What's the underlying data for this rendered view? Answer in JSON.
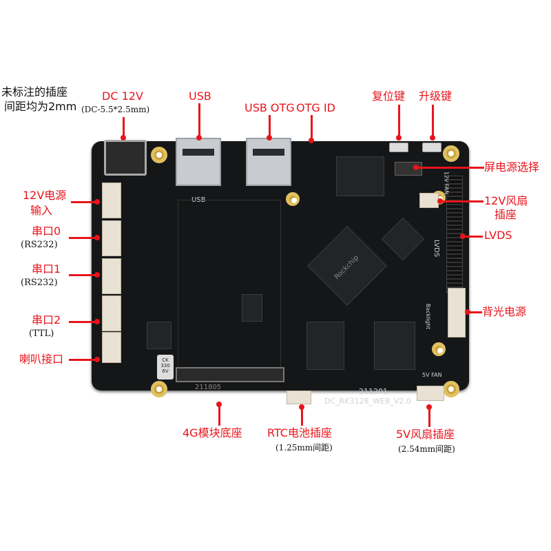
{
  "note": {
    "line1": "未标注的插座",
    "line2": "间距均为2mm"
  },
  "labels": {
    "dc": {
      "title": "DC 12V",
      "sub": "(DC-5.5*2.5mm)"
    },
    "usb": "USB",
    "usb_otg": "USB OTG",
    "otg_id": "OTG ID",
    "reset": "复位键",
    "upgrade": "升级键",
    "screen_power": "屏电源选择",
    "fan12": {
      "line1": "12V风扇",
      "line2": "插座"
    },
    "lvds": "LVDS",
    "backlight": "背光电源",
    "power_in": {
      "line1": "12V电源",
      "line2": "输入"
    },
    "uart0": {
      "title": "串口0",
      "sub": "(RS232)"
    },
    "uart1": {
      "title": "串口1",
      "sub": "(RS232)"
    },
    "uart2": {
      "title": "串口2",
      "sub": "(TTL)"
    },
    "speaker": "喇叭接口",
    "module4g": "4G模块底座",
    "rtc": {
      "title": "RTC电池插座",
      "sub": "(1.25mm间距)"
    },
    "fan5": {
      "title": "5V风扇插座",
      "sub": "(2.54mm间距)"
    }
  },
  "board": {
    "model": "DC_RK3128_WEB_V2.0",
    "date": "211201",
    "soc_brand": "Rockchip",
    "module_code": "211805",
    "cap_text": "CK 330 6V",
    "silk_lvds": "LVDS",
    "silk_backlight": "Backlight",
    "silk_usb": "USB",
    "silk_fan": "12V FAN",
    "silk_5vfan": "5V FAN"
  }
}
